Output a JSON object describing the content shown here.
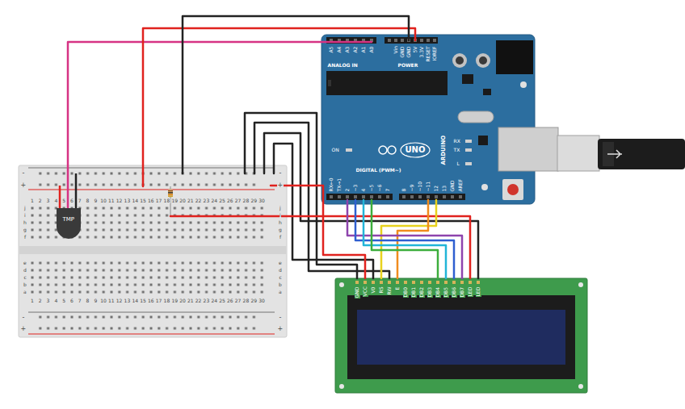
{
  "diagram": {
    "nodes": [
      {
        "text": [
          "A5",
          "A4",
          "A3",
          "A2",
          "A1",
          "A0",
          "ANALOG IN",
          "Vin",
          "GND",
          "GND",
          "5V",
          "3.3V",
          "RESET",
          "IOREF",
          "POWER",
          "ON",
          "UNO",
          "ARDUINO",
          "RX",
          "TX",
          "L",
          "DIGITAL (PWM~)",
          "RX←0",
          "TX→1",
          "2",
          "~3",
          "4",
          "~5",
          "~6",
          "7",
          "8",
          "~9",
          "~10",
          "~11",
          "12",
          "13",
          "GND",
          "AREF"
        ]
      },
      {
        "text": [
          "-",
          "+",
          "-",
          "+",
          "j",
          "i",
          "h",
          "g",
          "f",
          "e",
          "d",
          "c",
          "b",
          "a",
          "j",
          "i",
          "h",
          "g",
          "f",
          "e",
          "d",
          "c",
          "b",
          "a",
          "1",
          "2",
          "3",
          "4",
          "5",
          "6",
          "7",
          "8",
          "9",
          "10",
          "11",
          "12",
          "13",
          "14",
          "15",
          "16",
          "17",
          "18",
          "19",
          "20",
          "21",
          "22",
          "23",
          "24",
          "25",
          "26",
          "27",
          "28",
          "29",
          "30",
          "1",
          "2",
          "3",
          "4",
          "5",
          "6",
          "7",
          "8",
          "9",
          "10",
          "11",
          "12",
          "13",
          "14",
          "15",
          "16",
          "17",
          "18",
          "19",
          "20",
          "21",
          "22",
          "23",
          "24",
          "25",
          "26",
          "27",
          "28",
          "29",
          "30",
          "-",
          "+",
          "-",
          "+"
        ]
      },
      {
        "text": [
          "TMP"
        ],
        "in": 1
      },
      {
        "text": [
          "GND",
          "VCC",
          "V0",
          "RS",
          "RW",
          "E",
          "DB0",
          "DB1",
          "DB2",
          "DB3",
          "DB4",
          "DB5",
          "DB6",
          "DB7",
          "LED",
          "LED"
        ]
      }
    ],
    "edges": [
      {
        "from": 1,
        "to": 0,
        "arrow": "none"
      },
      {
        "from": 1,
        "to": 0,
        "arrow": "none"
      },
      {
        "from": 1,
        "to": 0,
        "arrow": "none"
      },
      {
        "from": 1,
        "to": 3,
        "arrow": "none"
      },
      {
        "from": 1,
        "to": 3,
        "arrow": "none"
      },
      {
        "from": 1,
        "to": 3,
        "arrow": "none"
      },
      {
        "from": 1,
        "to": 3,
        "arrow": "none"
      },
      {
        "from": 1,
        "to": 3,
        "arrow": "none"
      },
      {
        "from": 1,
        "to": 3,
        "arrow": "none"
      },
      {
        "from": 0,
        "to": 3,
        "arrow": "none"
      },
      {
        "from": 0,
        "to": 3,
        "arrow": "none"
      },
      {
        "from": 0,
        "to": 3,
        "arrow": "none"
      },
      {
        "from": 0,
        "to": 3,
        "arrow": "none"
      },
      {
        "from": 0,
        "to": 3,
        "arrow": "none"
      },
      {
        "from": 0,
        "to": 3,
        "arrow": "none"
      }
    ]
  }
}
